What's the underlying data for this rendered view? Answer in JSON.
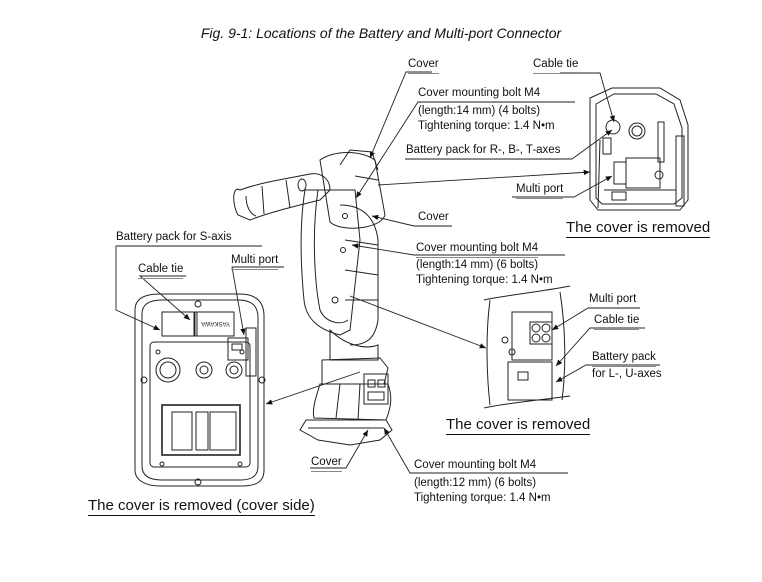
{
  "figure": {
    "title": "Fig. 9-1: Locations of the Battery and Multi-port Connector"
  },
  "labels": {
    "top_cover": "Cover",
    "top_cable_tie": "Cable tie",
    "top_bolt_line1": "Cover mounting bolt M4",
    "top_bolt_line2": "(length:14 mm) (4 bolts)",
    "top_bolt_line3": "Tightening torque: 1.4 N•m",
    "top_battery": "Battery pack for R-, B-, T-axes",
    "top_multi_port": "Multi port",
    "top_removed": "The cover is removed",
    "mid_cover": "Cover",
    "mid_bolt_line1": "Cover mounting bolt M4",
    "mid_bolt_line2": "(length:14 mm) (6 bolts)",
    "mid_bolt_line3": "Tightening torque: 1.4 N•m",
    "left_battery": "Battery pack for S-axis",
    "left_cable_tie": "Cable tie",
    "left_multi_port": "Multi port",
    "left_removed": "The cover is removed (cover side)",
    "right_multi_port": "Multi port",
    "right_cable_tie": "Cable tie",
    "right_battery_line1": "Battery pack",
    "right_battery_line2": "for L-, U-axes",
    "right_removed": "The cover is removed",
    "bottom_cover": "Cover",
    "bottom_bolt_line1": "Cover mounting bolt M4",
    "bottom_bolt_line2": "(length:12 mm) (6 bolts)",
    "bottom_bolt_line3": "Tightening torque: 1.4 N•m"
  },
  "drawing": {
    "battery_brand_text": "YASKAWA"
  }
}
